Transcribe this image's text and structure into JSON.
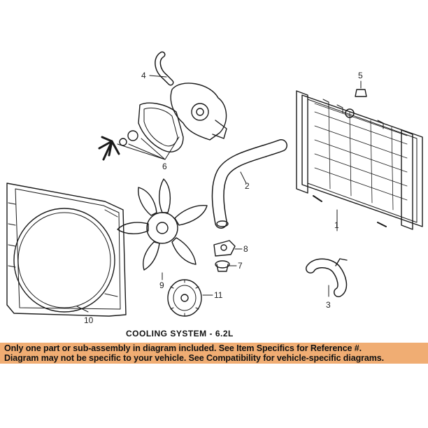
{
  "caption": "COOLING SYSTEM - 6.2L",
  "banner": {
    "line1": "Only one part or sub-assembly in diagram included. See Item Specifics for Reference #.",
    "line2": "Diagram may not be specific to your vehicle. See Compatibility for vehicle-specific diagrams.",
    "background": "#f0ad73"
  },
  "callouts": {
    "c1": "1",
    "c2": "2",
    "c3": "3",
    "c4": "4",
    "c5": "5",
    "c6": "6",
    "c7": "7",
    "c8": "8",
    "c9": "9",
    "c10": "10",
    "c11": "11"
  },
  "icons": [
    "radiator",
    "upper-hose",
    "lower-hose",
    "bypass-hose",
    "radiator-cap",
    "water-pump",
    "thermostat",
    "thermostat-housing",
    "fan-blade",
    "fan-shroud",
    "fan-clutch"
  ]
}
